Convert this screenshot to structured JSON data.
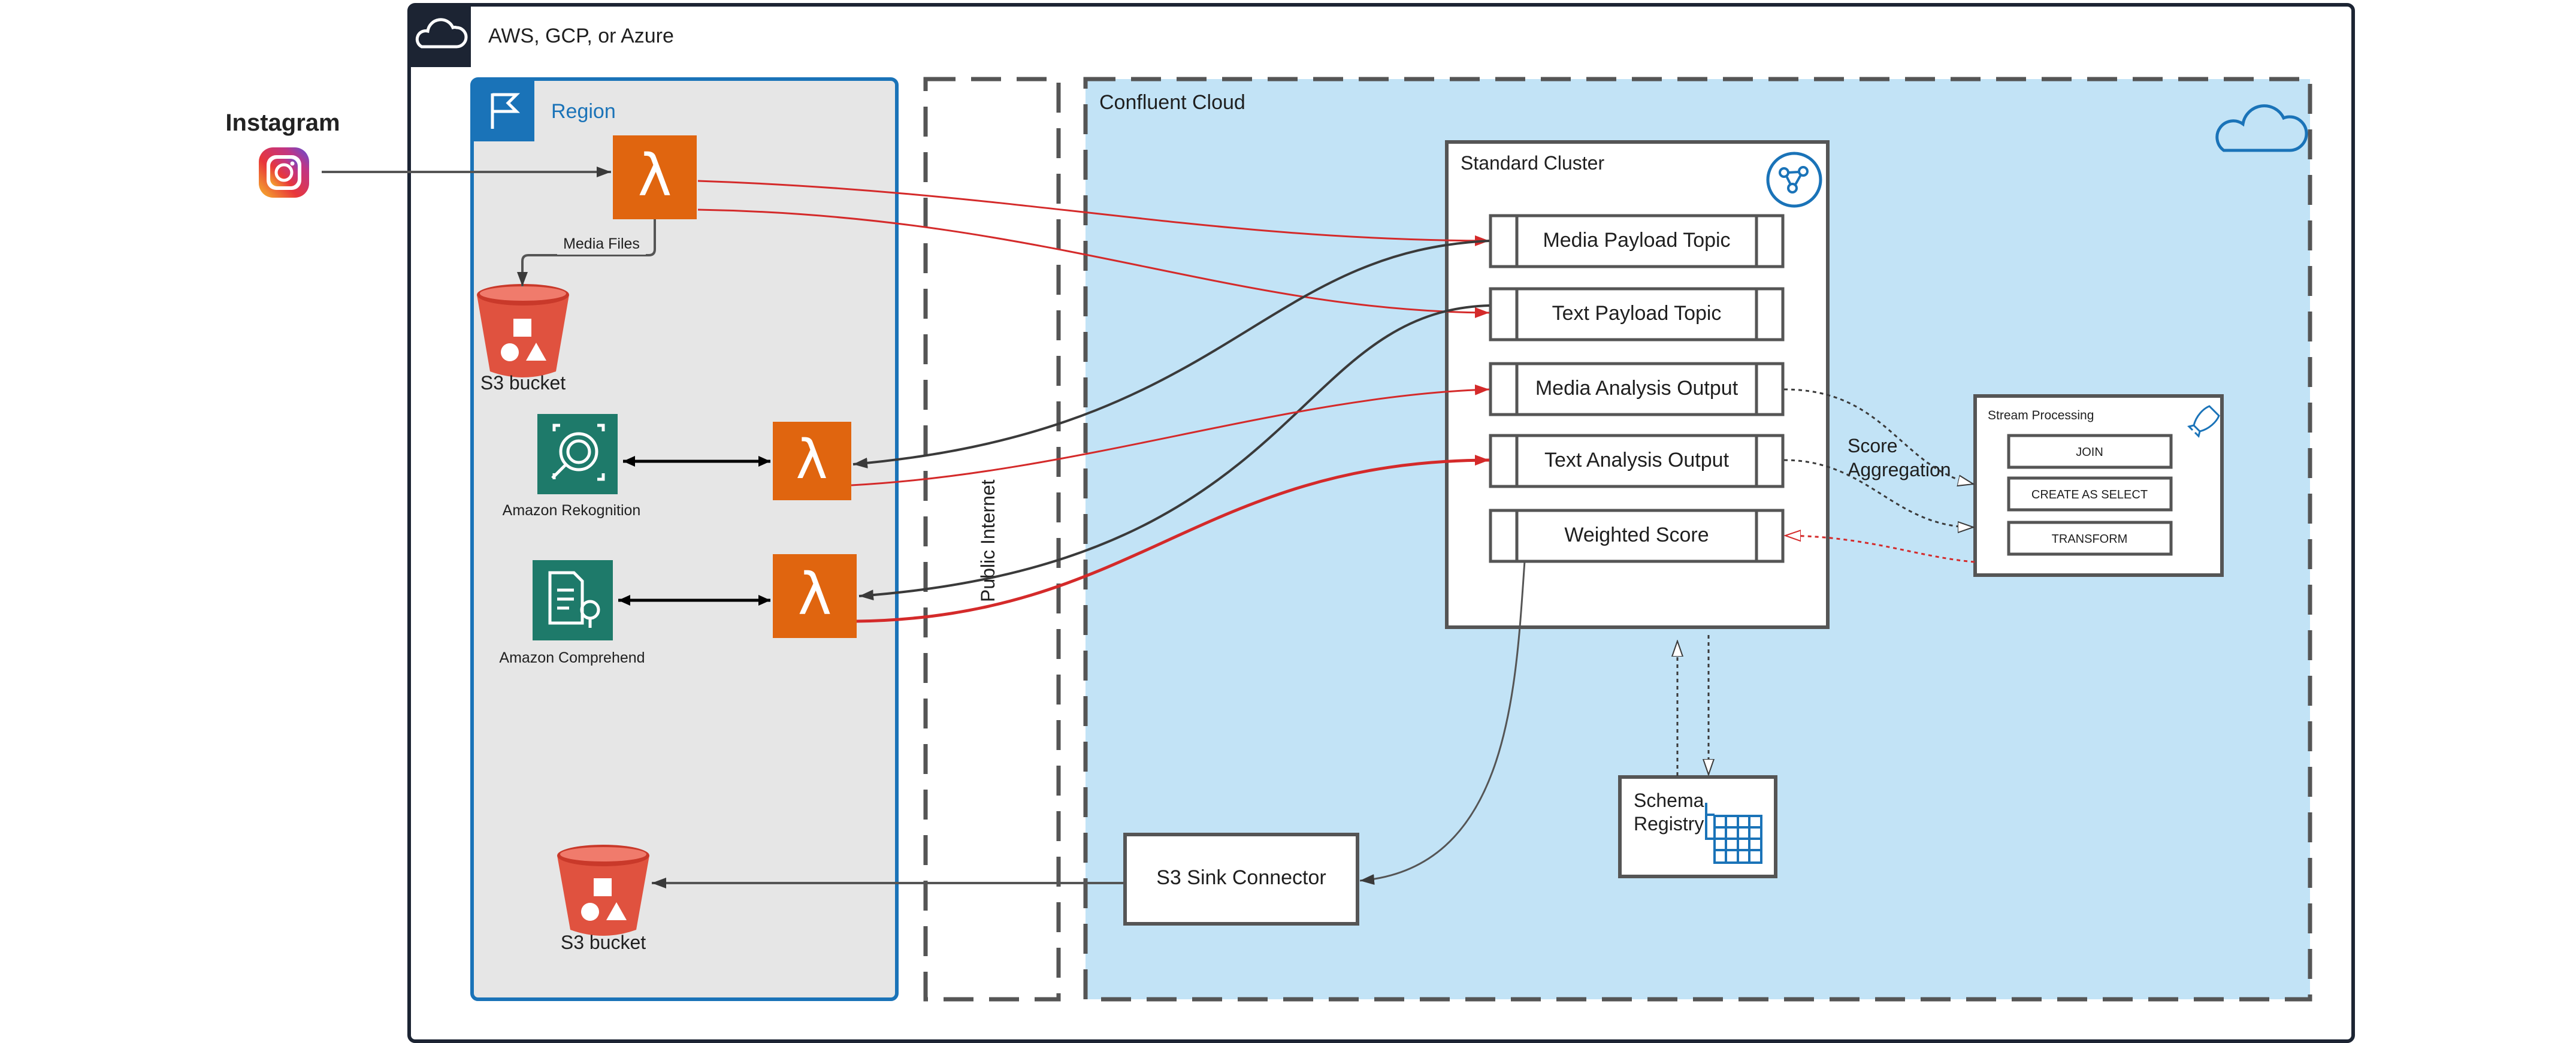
{
  "outer": {
    "title": "AWS, GCP, or Azure"
  },
  "instagram": {
    "label": "Instagram"
  },
  "region": {
    "title": "Region",
    "media_files": "Media Files"
  },
  "s3_top": {
    "label": "S3 bucket"
  },
  "s3_bottom": {
    "label": "S3 bucket"
  },
  "rekognition": {
    "label": "Amazon Rekognition"
  },
  "comprehend": {
    "label": "Amazon Comprehend"
  },
  "public_internet": {
    "label": "Public Internet"
  },
  "confluent": {
    "title": "Confluent Cloud"
  },
  "cluster": {
    "title": "Standard Cluster",
    "topics": [
      "Media Payload Topic",
      "Text Payload Topic",
      "Media Analysis Output",
      "Text Analysis Output",
      "Weighted Score"
    ]
  },
  "stream": {
    "title": "Stream Processing",
    "items": [
      "JOIN",
      "CREATE AS SELECT",
      "TRANSFORM"
    ]
  },
  "score_aggregation": {
    "line1": "Score",
    "line2": "Aggregation"
  },
  "schema_registry": {
    "line1": "Schema",
    "line2": "Registry"
  },
  "s3_sink": {
    "label": "S3 Sink Connector"
  },
  "lambda": {
    "symbol": "λ"
  },
  "colors": {
    "region_border": "#1a73b8",
    "region_fill": "#e6e6e6",
    "confluent_fill": "#c2e3f6",
    "lambda": "#e0650f",
    "ml": "#1e7a6a",
    "s3": "#e0523f",
    "red_arrow": "#d42a2a",
    "dark_arrow": "#3a3a3a"
  }
}
